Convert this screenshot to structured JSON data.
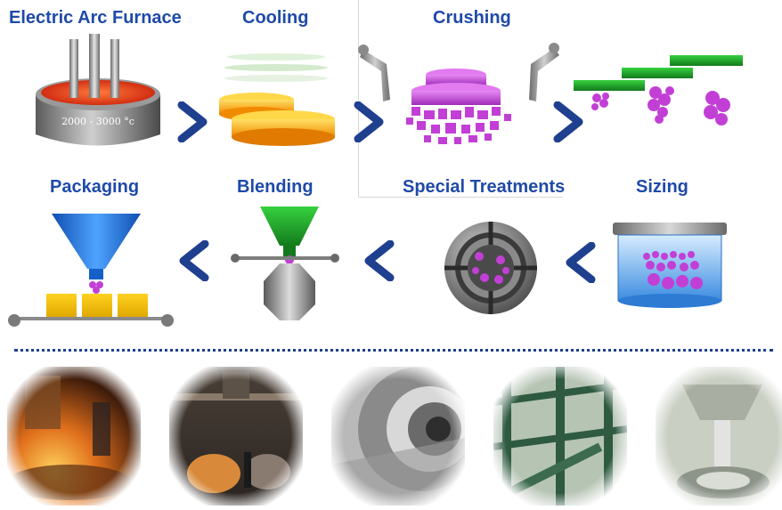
{
  "steps": {
    "electric_arc_furnace": "Electric Arc Furnace",
    "furnace_temperature": "2000 - 3000 °c",
    "cooling": "Cooling",
    "crushing": "Crushing",
    "sizing": "Sizing",
    "special_treatments": "Special Treatments",
    "blending": "Blending",
    "packaging": "Packaging"
  },
  "colors": {
    "label": "#1f4aa8",
    "arrow": "#1f3f8f",
    "magenta": "#c23fd6",
    "green": "#1f9a2b",
    "blue_hopper": "#1b73d1",
    "yellow": "#f2b705"
  },
  "icons": {
    "flow_arrow_right": "chevron-right-icon",
    "flow_arrow_left": "chevron-left-icon"
  }
}
